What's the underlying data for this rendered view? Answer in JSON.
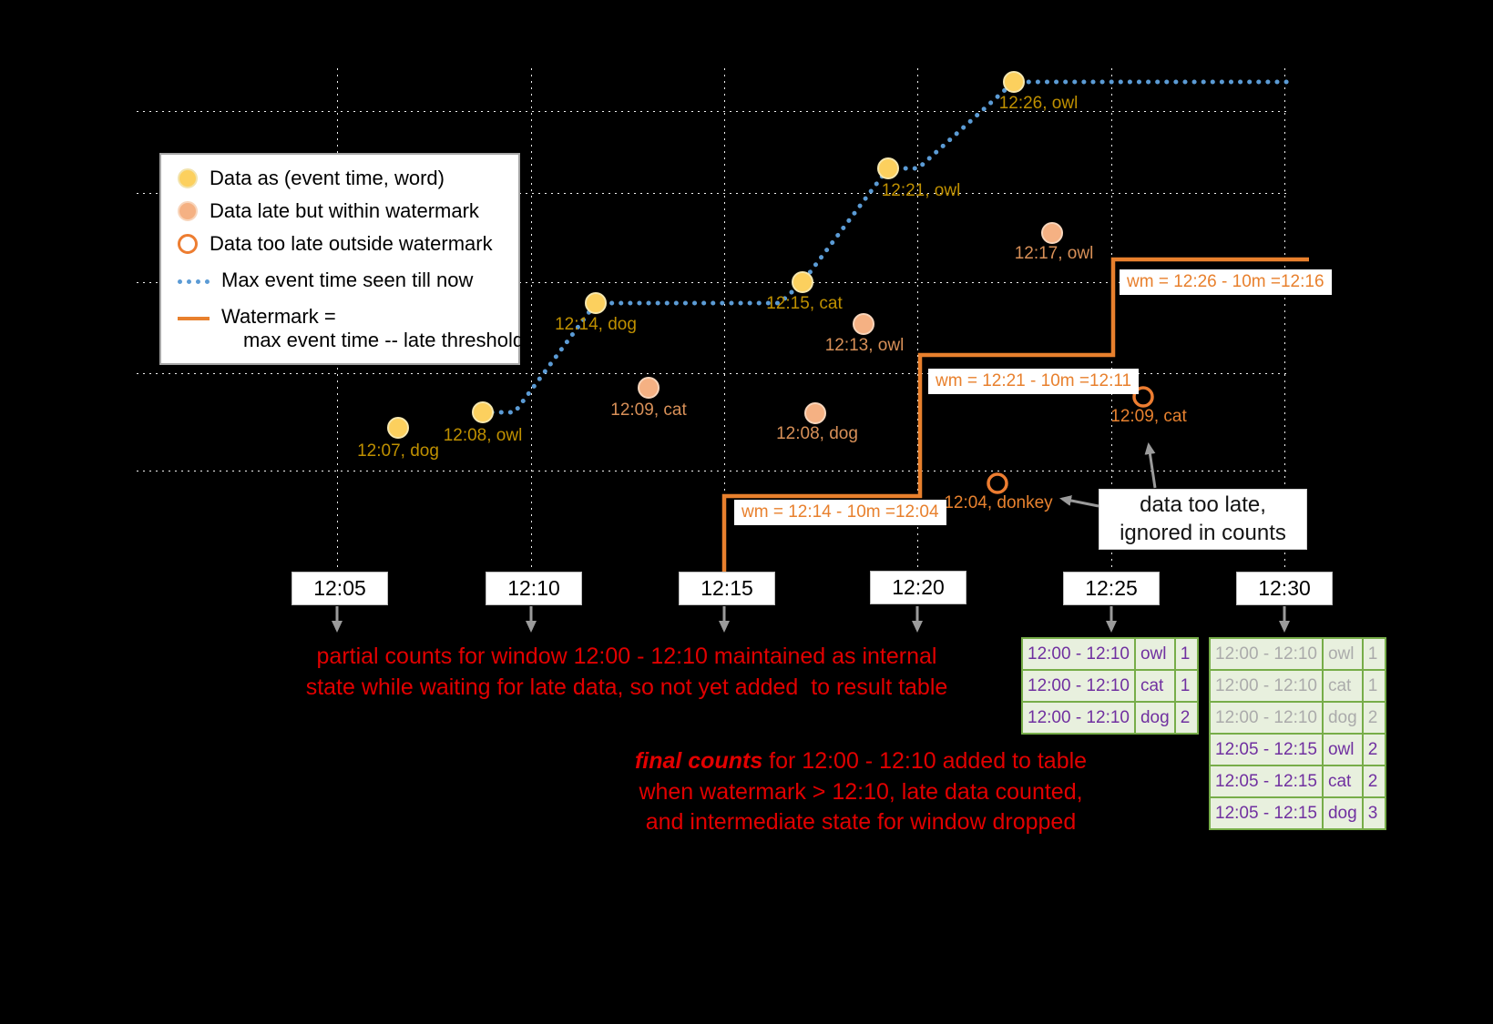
{
  "colors": {
    "background": "#000000",
    "on_time_point": "#FCD05E",
    "late_point": "#F5B183",
    "too_late_stroke": "#ED7D31",
    "max_event_line": "#5B9BD5",
    "watermark_line": "#E8802D",
    "annotation_red": "#E20000",
    "table_green": "#77AD49",
    "table_text_purple": "#7030A0"
  },
  "legend": {
    "on_time": "Data as (event time, word)",
    "late": "Data late but within watermark",
    "too_late": "Data too late outside watermark",
    "max_event_time": "Max event time seen till now",
    "watermark_line1": "Watermark =",
    "watermark_line2": "max event time -- late threshold"
  },
  "points": {
    "on_time": [
      {
        "label": "12:07, dog"
      },
      {
        "label": "12:08, owl"
      },
      {
        "label": "12:14, dog"
      },
      {
        "label": "12:15, cat"
      },
      {
        "label": "12:21, owl"
      },
      {
        "label": "12:26, owl"
      }
    ],
    "late": [
      {
        "label": "12:09, cat"
      },
      {
        "label": "12:08, dog"
      },
      {
        "label": "12:13, owl"
      },
      {
        "label": "12:17, owl"
      }
    ],
    "too_late": [
      {
        "label": "12:04, donkey"
      },
      {
        "label": "12:09, cat"
      }
    ]
  },
  "watermark_labels": [
    {
      "text": "wm = 12:14 - 10m =12:04"
    },
    {
      "text": "wm = 12:21 - 10m =12:11"
    },
    {
      "text": "wm = 12:26 - 10m =12:16"
    }
  ],
  "x_axis": [
    {
      "label": "12:05"
    },
    {
      "label": "12:10"
    },
    {
      "label": "12:15"
    },
    {
      "label": "12:20"
    },
    {
      "label": "12:25"
    },
    {
      "label": "12:30"
    }
  ],
  "annotations": {
    "partial_line1": "partial counts for window 12:00 - 12:10 maintained as internal",
    "partial_line2": "state while waiting for late data, so not yet added  to result table",
    "final_emphasis": "final counts",
    "final_line1_rest": " for 12:00 - 12:10 added to table",
    "final_line2": "when watermark > 12:10, late data counted,",
    "final_line3": "and intermediate state for window dropped",
    "too_late_note_line1": "data too late,",
    "too_late_note_line2": "ignored in counts"
  },
  "result_tables": {
    "t1225": {
      "rows": [
        {
          "window": "12:00 - 12:10",
          "word": "owl",
          "count": "1"
        },
        {
          "window": "12:00 - 12:10",
          "word": "cat",
          "count": "1"
        },
        {
          "window": "12:00 - 12:10",
          "word": "dog",
          "count": "2"
        }
      ]
    },
    "t1230": {
      "rows": [
        {
          "window": "12:00 - 12:10",
          "word": "owl",
          "count": "1"
        },
        {
          "window": "12:00 - 12:10",
          "word": "cat",
          "count": "1"
        },
        {
          "window": "12:00 - 12:10",
          "word": "dog",
          "count": "2"
        },
        {
          "window": "12:05 - 12:15",
          "word": "owl",
          "count": "2"
        },
        {
          "window": "12:05 - 12:15",
          "word": "cat",
          "count": "2"
        },
        {
          "window": "12:05 - 12:15",
          "word": "dog",
          "count": "3"
        }
      ]
    }
  }
}
